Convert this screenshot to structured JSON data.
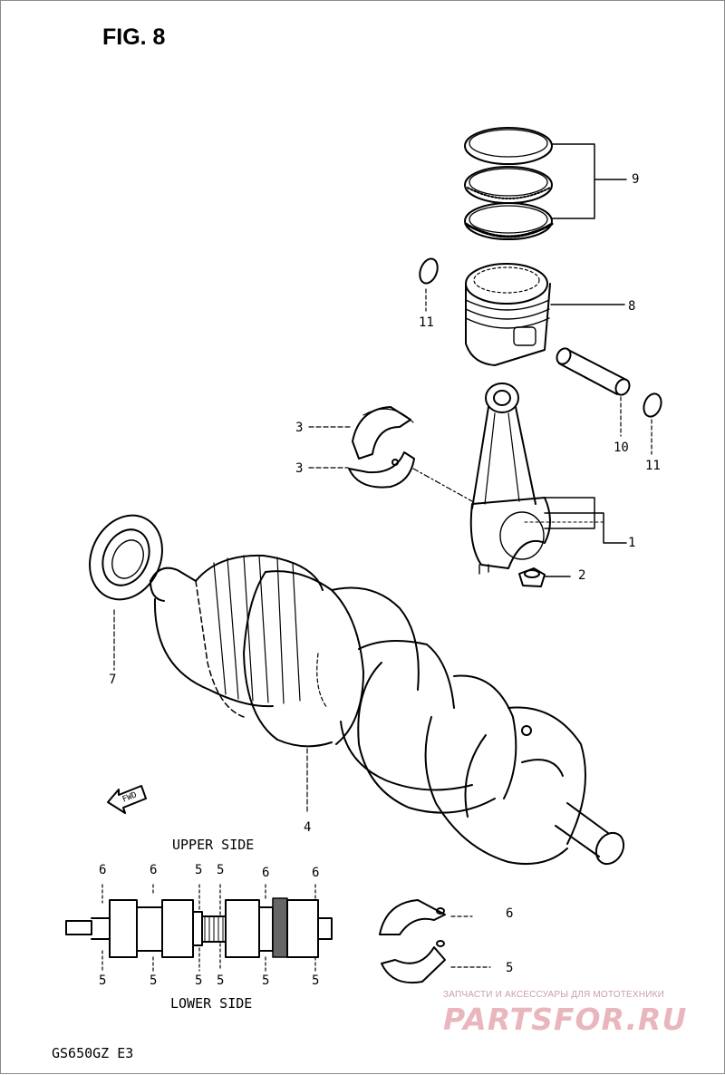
{
  "figure_title": "FIG. 8",
  "model_code": "GS650GZ  E3",
  "callouts": {
    "piston_rings": "9",
    "piston": "8",
    "circlip_left": "11",
    "circlip_right": "11",
    "piston_pin": "10",
    "bearing_upper": "3",
    "bearing_lower": "3",
    "connecting_rod": "1",
    "rod_nut": "2",
    "oil_seal": "7",
    "crankshaft": "4",
    "main_bearing_upper": "6",
    "main_bearing_lower": "5"
  },
  "fwd_arrow": "FWD",
  "bearing_layout": {
    "upper_side_label": "UPPER SIDE",
    "lower_side_label": "LOWER SIDE",
    "upper_codes": [
      "6",
      "6",
      "5",
      "5",
      "6",
      "6"
    ],
    "lower_codes": [
      "5",
      "5",
      "5",
      "5",
      "5",
      "5"
    ]
  },
  "watermark": {
    "tagline": "ЗАПЧАСТИ И АКСЕССУАРЫ ДЛЯ МОТОТЕХНИКИ",
    "logo": "PARTSFOR.RU"
  }
}
